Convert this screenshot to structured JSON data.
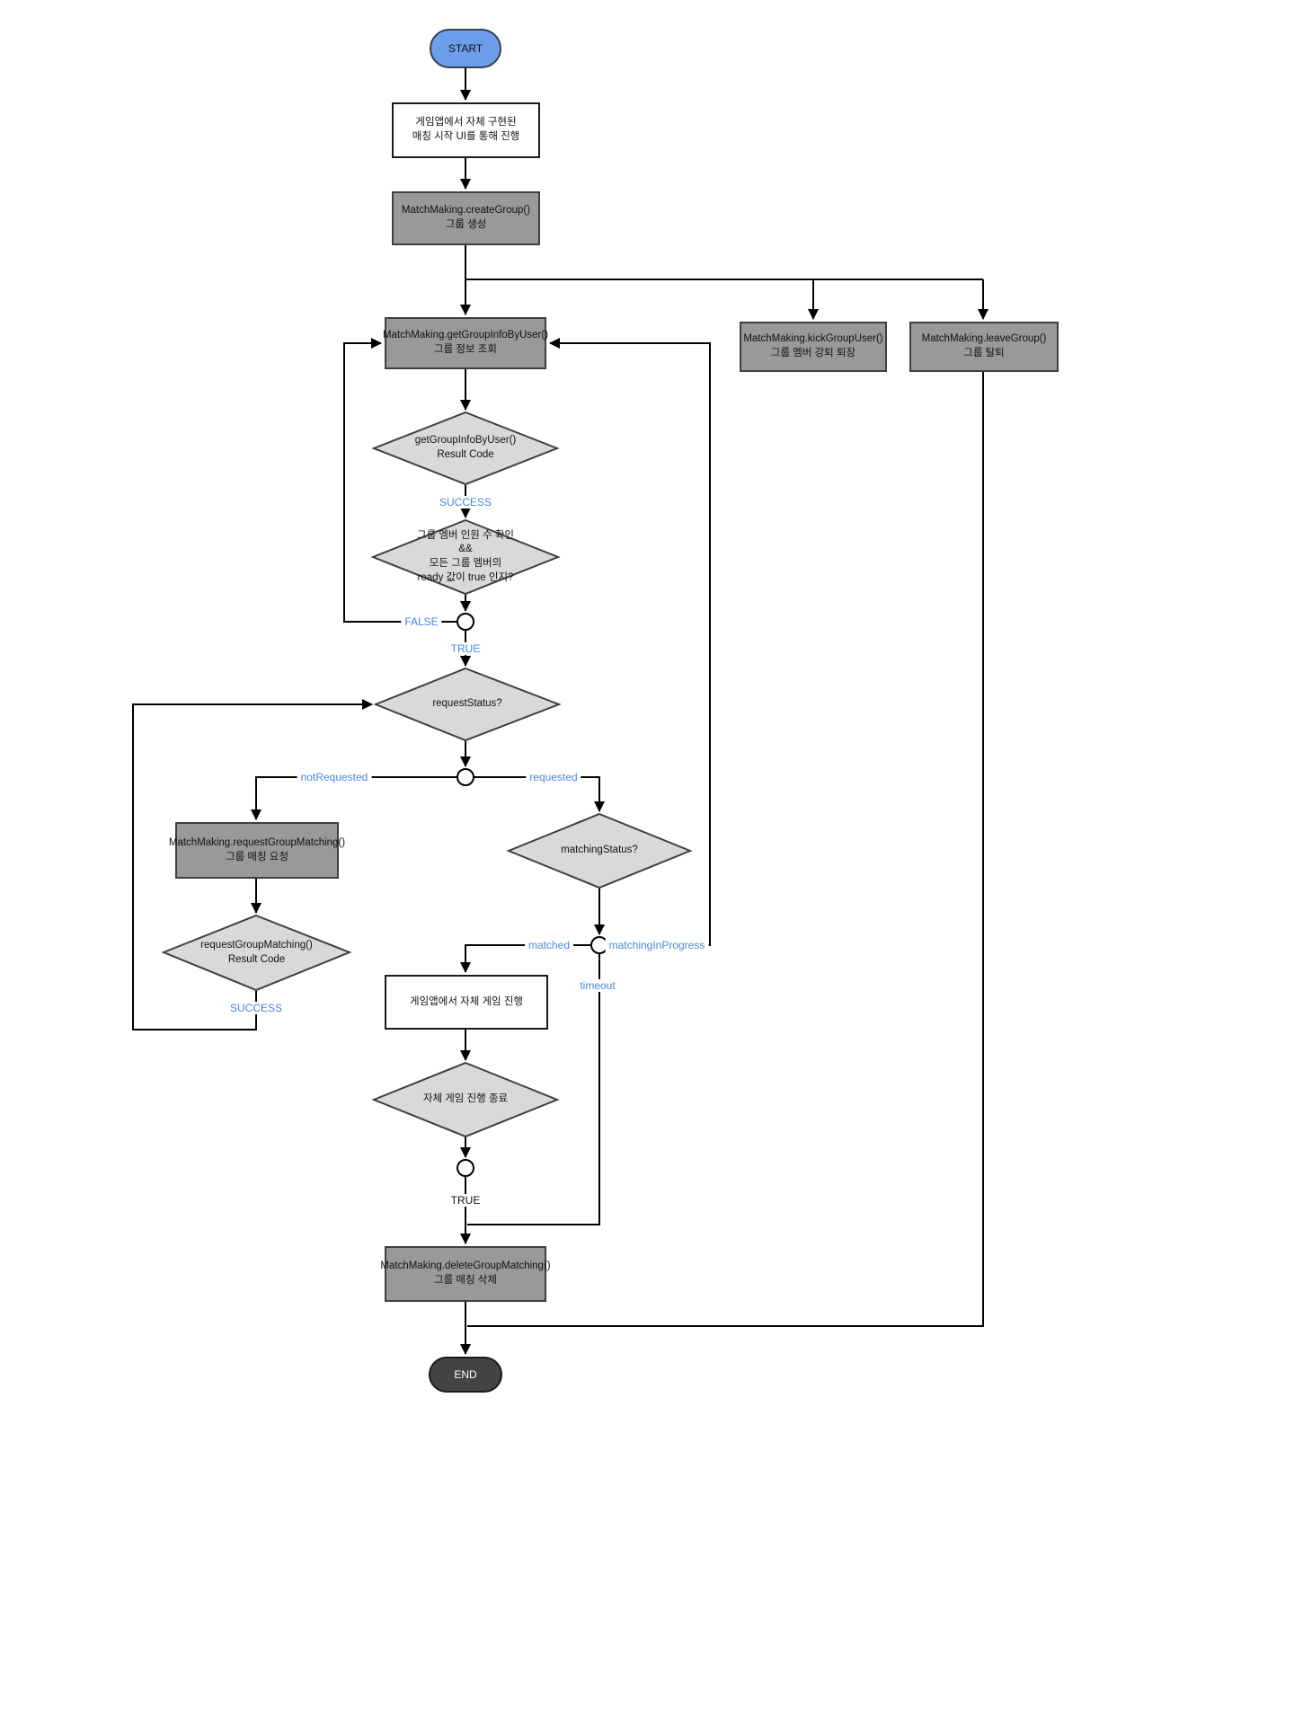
{
  "nodes": {
    "start": {
      "label": "START"
    },
    "ui_start": {
      "label": "게임앱에서 자체 구현된\n매칭 시작 UI를 통해 진행"
    },
    "create_group": {
      "label": "MatchMaking.createGroup()\n그룹 생성"
    },
    "get_group_info": {
      "label": "MatchMaking.getGroupInfoByUser()\n그룹 정보 조회"
    },
    "kick_group_user": {
      "label": "MatchMaking.kickGroupUser()\n그룹 멤버 강퇴 퇴장"
    },
    "leave_group": {
      "label": "MatchMaking.leaveGroup()\n그룹 탈퇴"
    },
    "get_group_info_result": {
      "label": "getGroupInfoByUser()\nResult Code"
    },
    "member_ready_check": {
      "label": "그룹 멤버 인원 수 확인\n&&\n모든 그룹 멤버의\nready 값이 true 인지?"
    },
    "request_status": {
      "label": "requestStatus?"
    },
    "request_group_matching": {
      "label": "MatchMaking.requestGroupMatching()\n그룹 매칭 요청"
    },
    "request_group_matching_result": {
      "label": "requestGroupMatching()\nResult Code"
    },
    "matching_status": {
      "label": "matchingStatus?"
    },
    "game_play": {
      "label": "게임앱에서 자체 게임 진행"
    },
    "game_end_check": {
      "label": "자체 게임 진행 종료"
    },
    "delete_group_matching": {
      "label": "MatchMaking.deleteGroupMatching()\n그룹 매칭 삭제"
    },
    "end": {
      "label": "END"
    }
  },
  "edge_labels": {
    "success_1": "SUCCESS",
    "false_1": "FALSE",
    "true_1": "TRUE",
    "not_requested": "notRequested",
    "requested": "requested",
    "success_2": "SUCCESS",
    "matched": "matched",
    "matching_in_progress": "matchingInProgress",
    "timeout": "timeout",
    "true_2": "TRUE"
  },
  "colors": {
    "start_fill": "#6d9eeb",
    "end_fill": "#434343",
    "process_fill": "#999999",
    "decision_fill": "#d9d9d9",
    "edge_label_blue": "#4a86e8",
    "line": "#000000"
  }
}
